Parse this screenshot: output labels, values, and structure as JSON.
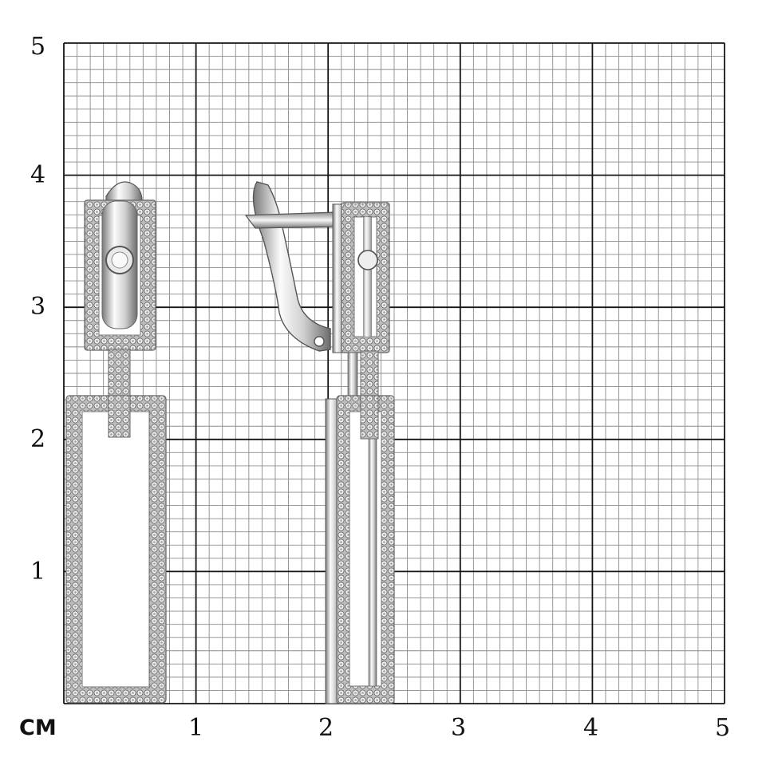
{
  "scale": {
    "unit": "CM",
    "x_ticks": [
      "1",
      "2",
      "3",
      "4",
      "5"
    ],
    "y_ticks": [
      "5",
      "4",
      "3",
      "2",
      "1"
    ]
  },
  "colors": {
    "minor_grid": "#8c8c8c",
    "major_grid": "#141414",
    "metal_light": "#f4f4f4",
    "metal_dark": "#6a6a6a",
    "stone": "#d8d8d8"
  },
  "product": {
    "views": [
      "earring-front-view",
      "earring-side-view"
    ]
  }
}
